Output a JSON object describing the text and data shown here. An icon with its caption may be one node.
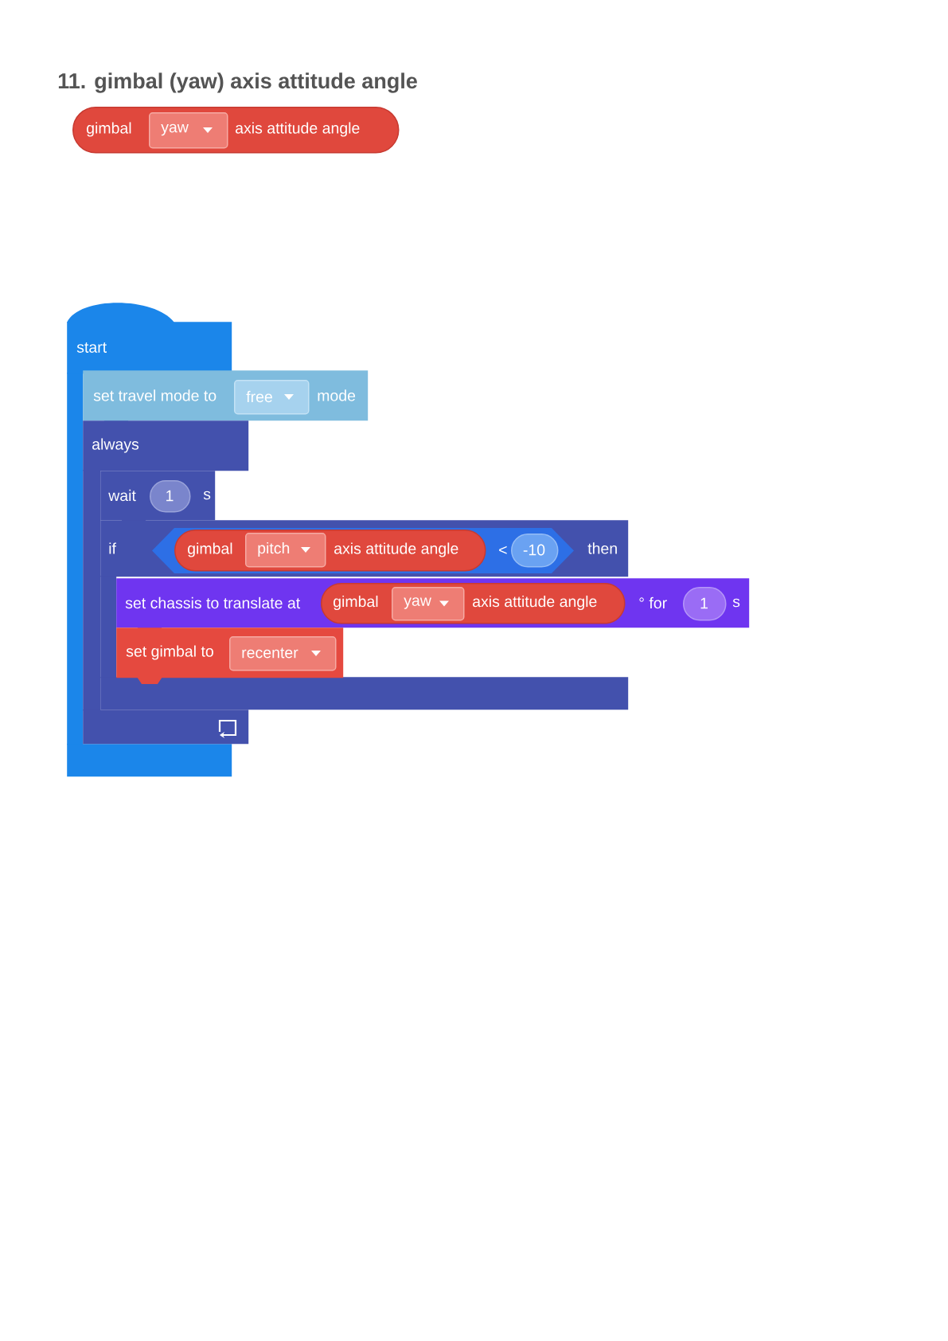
{
  "diagram": {
    "title": "11. gimbal (yaw) axis attitude angle",
    "nodes": [
      {
        "text": [
          "gimbal",
          "axis attitude angle"
        ]
      },
      {
        "text": [
          "yaw"
        ],
        "in": 0
      },
      {
        "text": [
          "start"
        ]
      },
      {
        "text": [
          "set travel mode to",
          "mode"
        ]
      },
      {
        "text": [
          "free"
        ],
        "in": 3
      },
      {
        "text": [
          "always"
        ]
      },
      {
        "text": [
          "wait",
          "s"
        ]
      },
      {
        "text": [
          "1"
        ],
        "in": 6
      },
      {
        "text": [
          "if",
          "then"
        ]
      },
      {
        "text": [
          "<"
        ],
        "in": 8
      },
      {
        "text": [
          "gimbal",
          "axis attitude angle"
        ],
        "in": 9
      },
      {
        "text": [
          "pitch"
        ],
        "in": 10
      },
      {
        "text": [
          "-10"
        ],
        "in": 9
      },
      {
        "text": [
          "set chassis to translate at",
          "° for",
          "s"
        ]
      },
      {
        "text": [
          "gimbal",
          "axis attitude angle"
        ],
        "in": 13
      },
      {
        "text": [
          "yaw"
        ],
        "in": 14
      },
      {
        "text": [
          "1"
        ],
        "in": 13
      },
      {
        "text": [
          "set gimbal to"
        ]
      },
      {
        "text": [
          "recenter"
        ],
        "in": 17
      },
      {
        "text": [],
        "shape": "bar"
      },
      {
        "text": [],
        "shape": "bar"
      },
      {
        "text": [],
        "shape": "bar"
      },
      {
        "text": [],
        "shape": "bar"
      },
      {
        "text": [],
        "shape": "bar"
      },
      {
        "text": [],
        "shape": "bar"
      }
    ],
    "edges": []
  }
}
